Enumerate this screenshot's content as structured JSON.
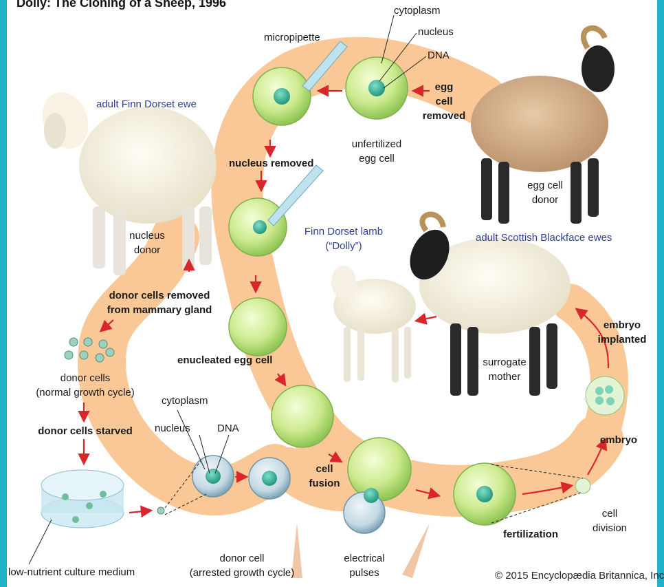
{
  "title": "Dolly: The Cloning of a Sheep, 1996",
  "copyright": "© 2015 Encyclopædia Britannica, Inc",
  "labels": {
    "adult_finn_dorset_ewe": "adult Finn Dorset ewe",
    "nucleus_donor_1": "nucleus",
    "nucleus_donor_2": "donor",
    "donor_cells_removed_1": "donor cells removed",
    "donor_cells_removed_2": "from mammary gland",
    "donor_cells_1": "donor cells",
    "donor_cells_2": "(normal growth cycle)",
    "donor_cells_starved": "donor cells starved",
    "low_nutrient": "low-nutrient culture medium",
    "cytoplasm_bottom": "cytoplasm",
    "nucleus_bottom": "nucleus",
    "dna_bottom": "DNA",
    "donor_cell_1": "donor cell",
    "donor_cell_2": "(arrested growth cycle)",
    "electrical_1": "electrical",
    "electrical_2": "pulses",
    "cell_fusion_1": "cell",
    "cell_fusion_2": "fusion",
    "enucleated": "enucleated egg cell",
    "nucleus_removed": "nucleus removed",
    "micropipette": "micropipette",
    "cytoplasm_top": "cytoplasm",
    "nucleus_top": "nucleus",
    "dna_top": "DNA",
    "unfertilized_1": "unfertilized",
    "unfertilized_2": "egg cell",
    "egg_removed_1": "egg",
    "egg_removed_2": "cell",
    "egg_removed_3": "removed",
    "egg_donor_1": "egg cell",
    "egg_donor_2": "donor",
    "finn_lamb_1": "Finn Dorset lamb",
    "finn_lamb_2": "(“Dolly”)",
    "scottish": "adult Scottish Blackface ewes",
    "surrogate_1": "surrogate",
    "surrogate_2": "mother",
    "embryo_implanted_1": "embryo",
    "embryo_implanted_2": "implanted",
    "embryo": "embryo",
    "cell_division_1": "cell",
    "cell_division_2": "division",
    "fertilization": "fertilization"
  },
  "colors": {
    "pathway": "#f9c896",
    "egg_cell": "#c9e88a",
    "donor_cell": "#b9d4df",
    "arrow": "#d9262b",
    "label_blue": "#2e3f8f",
    "side_bar": "#1fb3c8"
  },
  "icons": [
    "white-sheep-icon",
    "blackface-sheep-icon",
    "lamb-icon",
    "petri-dish-icon",
    "micropipette-icon",
    "electrode-icon"
  ]
}
